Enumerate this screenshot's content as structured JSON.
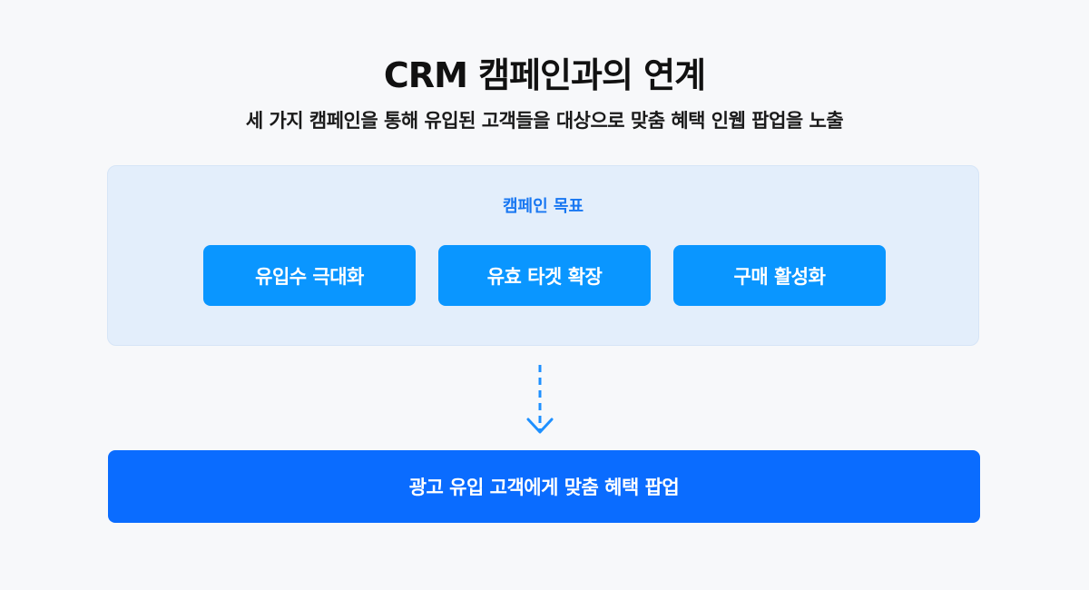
{
  "header": {
    "title": "CRM 캠페인과의 연계",
    "subtitle": "세 가지 캠페인을 통해 유입된 고객들을 대상으로 맞춤 혜택 인웹 팝업을 노출"
  },
  "campaign_goals": {
    "label": "캠페인 목표",
    "items": [
      {
        "label": "유입수 극대화"
      },
      {
        "label": "유효 타겟 확장"
      },
      {
        "label": "구매 활성화"
      }
    ]
  },
  "result": {
    "label": "광고 유입 고객에게 맞춤 혜택 팝업"
  },
  "colors": {
    "background": "#f7f8fa",
    "panel": "#e3eefb",
    "goal_button": "#0a96ff",
    "result_bar": "#0a6cff",
    "accent_text": "#1877f2",
    "arrow": "#1e90ff"
  }
}
